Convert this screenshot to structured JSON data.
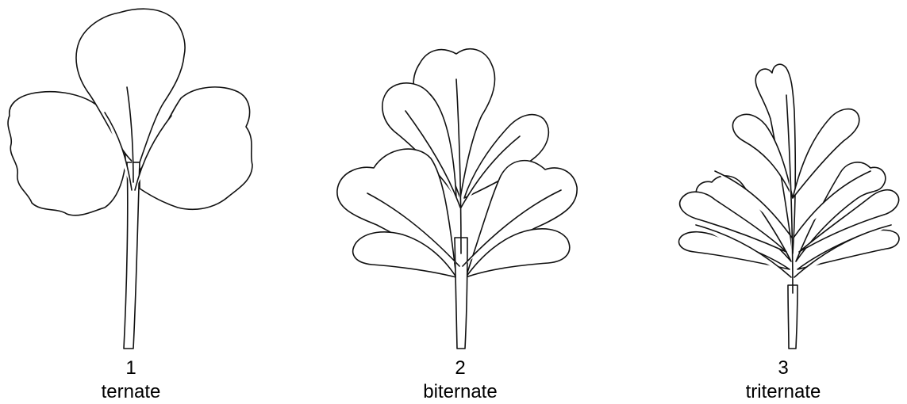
{
  "figures": [
    {
      "number": "1",
      "label": "ternate",
      "icon": "ternate-leaf-icon"
    },
    {
      "number": "2",
      "label": "biternate",
      "icon": "biternate-leaf-icon"
    },
    {
      "number": "3",
      "label": "triternate",
      "icon": "triternate-leaf-icon"
    }
  ],
  "colors": {
    "line": "#111111",
    "background": "#ffffff"
  }
}
